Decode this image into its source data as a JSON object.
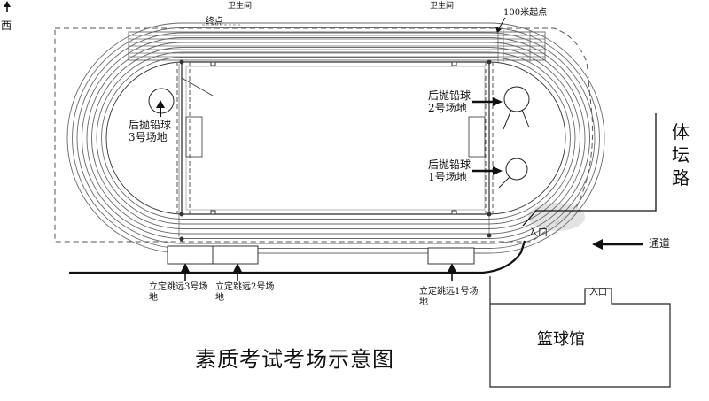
{
  "compass": {
    "direction": "西"
  },
  "labels": {
    "restroom_left": "卫生间",
    "restroom_right": "卫生间",
    "finish": "终点",
    "start_100m": "100米起点",
    "shotput_3": [
      "后抛铅球",
      "3号场地"
    ],
    "shotput_2": [
      "后抛铅球",
      "2号场地"
    ],
    "shotput_1": [
      "后抛铅球",
      "1号场地"
    ],
    "road": [
      "体",
      "坛",
      "路"
    ],
    "entrance_track": "入口",
    "passage": "通道",
    "jump_3": [
      "立定跳远3号场",
      "地"
    ],
    "jump_2": [
      "立定跳远2号场",
      "地"
    ],
    "jump_1": [
      "立定跳远1号场",
      "地"
    ],
    "entrance_gym": "入口",
    "gym": "篮球馆",
    "title": "素质考试考场示意图"
  },
  "colors": {
    "line": "#222222",
    "lane": "#6a6a6a",
    "dash": "#555555",
    "haze": "#d8d8d8"
  }
}
